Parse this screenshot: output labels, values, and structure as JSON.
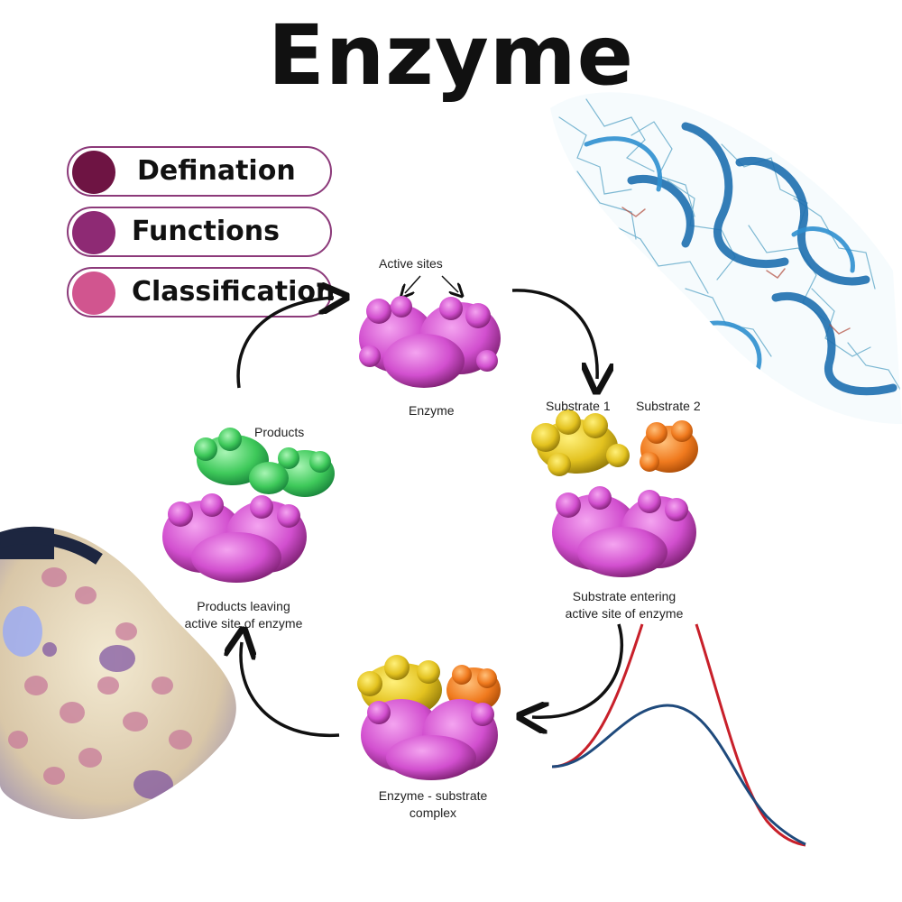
{
  "title": "Enzyme",
  "menu": [
    {
      "label": "Defination",
      "color": "#6e1443"
    },
    {
      "label": "Functions",
      "color": "#8e2a74"
    },
    {
      "label": "Classification",
      "color": "#d1558f"
    }
  ],
  "cycle": {
    "active_sites": "Active sites",
    "enzyme": "Enzyme",
    "substrate1": "Substrate 1",
    "substrate2": "Substrate 2",
    "entering_line1": "Substrate entering",
    "entering_line2": "active site of enzyme",
    "complex_line1": "Enzyme - substrate",
    "complex_line2": "complex",
    "products": "Products",
    "leaving_line1": "Products leaving",
    "leaving_line2": "active site of enzyme"
  },
  "colors": {
    "enzyme": "#d24fcf",
    "substrate1": "#e3c21f",
    "substrate2": "#f07a1e",
    "product": "#3ec95a",
    "curve_red": "#c8202a",
    "curve_blue": "#1f4a7c"
  }
}
